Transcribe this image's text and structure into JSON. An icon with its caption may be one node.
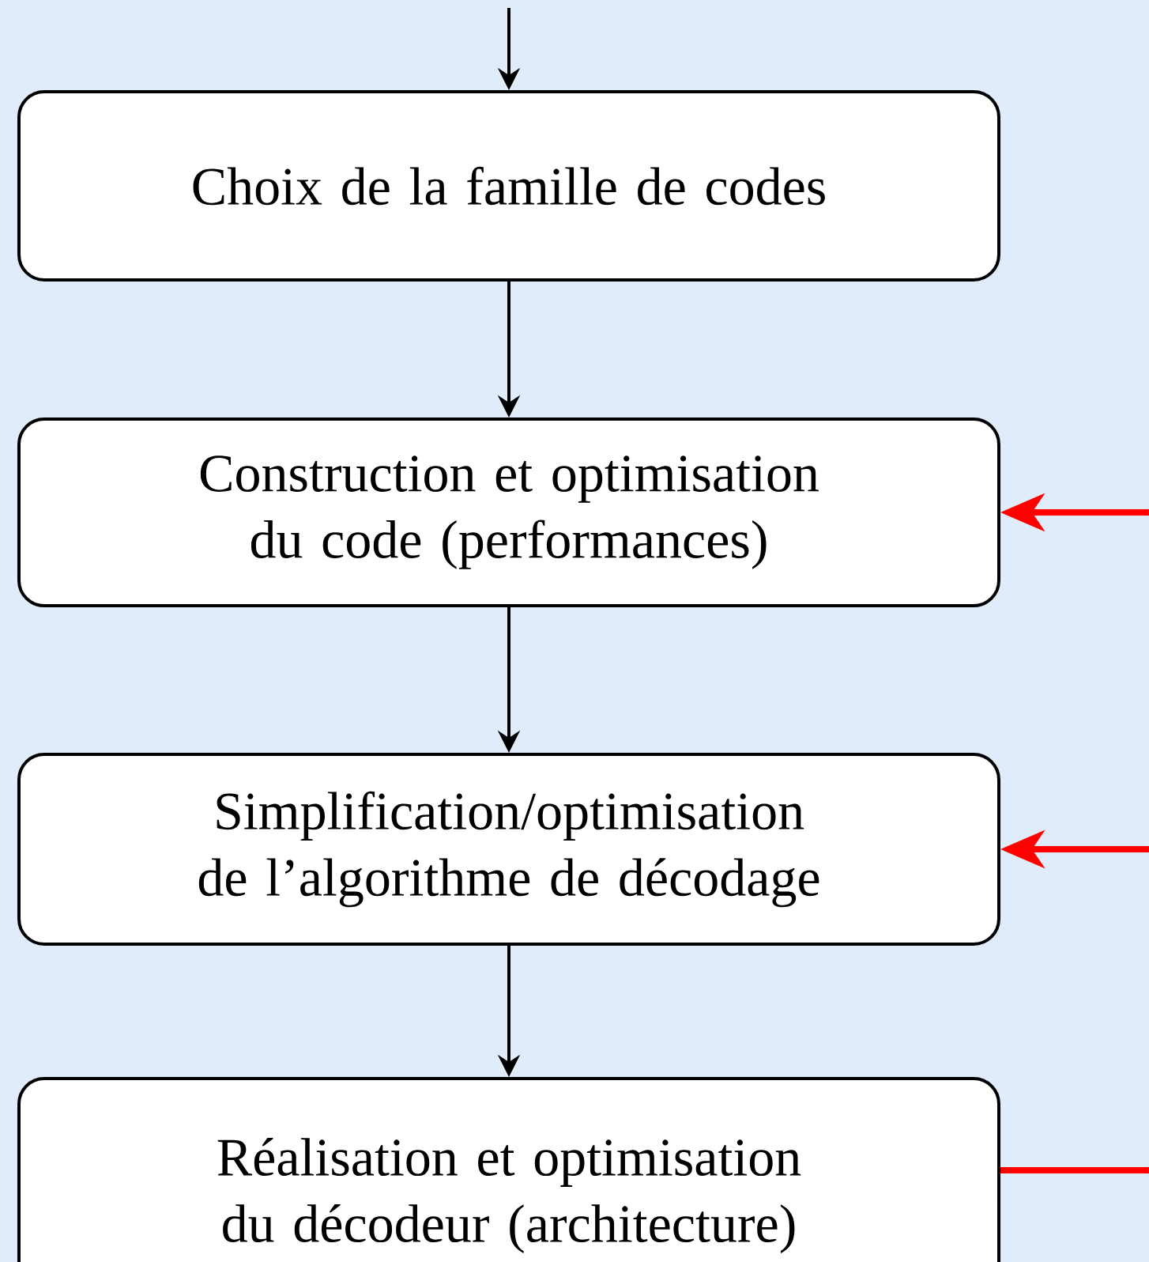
{
  "diagram": {
    "nodes": [
      {
        "text": [
          "Choix de la famille de codes"
        ]
      },
      {
        "text": [
          "Construction et optimisation du code (performances)"
        ]
      },
      {
        "text": [
          "Simplification/optimisation de l’algorithme de décodage"
        ]
      },
      {
        "text": [
          "Réalisation et optimisation du décodeur (architecture)"
        ]
      }
    ],
    "edges": [
      {
        "from": null,
        "to": 0,
        "arrow": "to"
      },
      {
        "from": 0,
        "to": 1,
        "arrow": "to"
      },
      {
        "from": 1,
        "to": 2,
        "arrow": "to"
      },
      {
        "from": 2,
        "to": 3,
        "arrow": "to"
      },
      {
        "from": null,
        "to": 1,
        "arrow": "to",
        "style": "thick",
        "color": "#ff0000"
      },
      {
        "from": null,
        "to": 2,
        "arrow": "to",
        "style": "thick",
        "color": "#ff0000"
      },
      {
        "from": 3,
        "to": null,
        "arrow": "none",
        "style": "thick",
        "color": "#ff0000"
      }
    ]
  }
}
